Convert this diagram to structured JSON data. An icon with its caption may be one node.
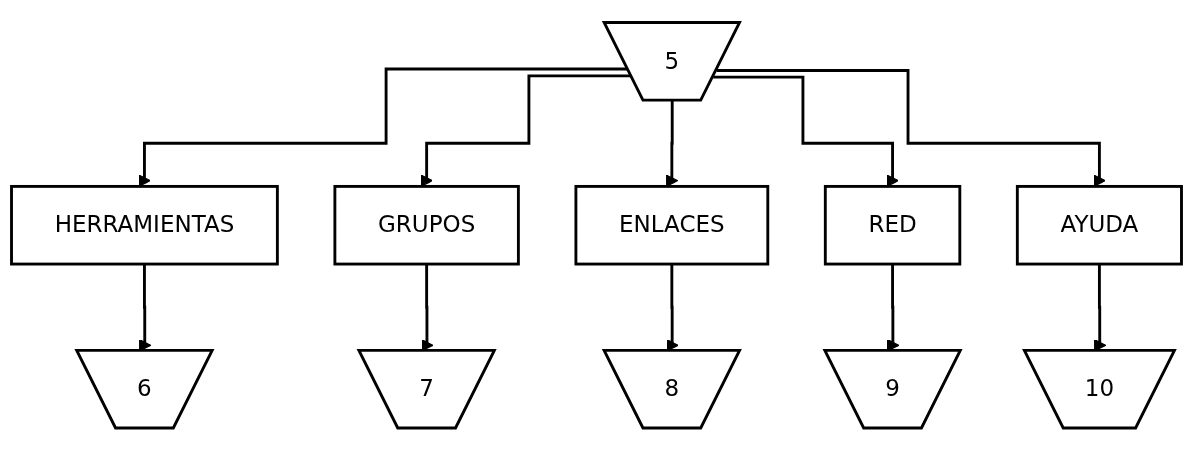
{
  "diagram": {
    "nodes": [
      {
        "text": [
          "5"
        ]
      },
      {
        "text": [
          "HERRAMIENTAS"
        ]
      },
      {
        "text": [
          "GRUPOS"
        ]
      },
      {
        "text": [
          "ENLACES"
        ]
      },
      {
        "text": [
          "RED"
        ]
      },
      {
        "text": [
          "AYUDA"
        ]
      },
      {
        "text": [
          "6"
        ]
      },
      {
        "text": [
          "7"
        ]
      },
      {
        "text": [
          "8"
        ]
      },
      {
        "text": [
          "9"
        ]
      },
      {
        "text": [
          "10"
        ]
      }
    ],
    "edges": [
      {
        "from": 0,
        "to": 1,
        "arrow": "to"
      },
      {
        "from": 0,
        "to": 2,
        "arrow": "to"
      },
      {
        "from": 0,
        "to": 3,
        "arrow": "to"
      },
      {
        "from": 0,
        "to": 4,
        "arrow": "to"
      },
      {
        "from": 0,
        "to": 5,
        "arrow": "to"
      },
      {
        "from": 1,
        "to": 6,
        "arrow": "to"
      },
      {
        "from": 2,
        "to": 7,
        "arrow": "to"
      },
      {
        "from": 3,
        "to": 8,
        "arrow": "to"
      },
      {
        "from": 4,
        "to": 9,
        "arrow": "to"
      },
      {
        "from": 5,
        "to": 10,
        "arrow": "to"
      }
    ]
  }
}
